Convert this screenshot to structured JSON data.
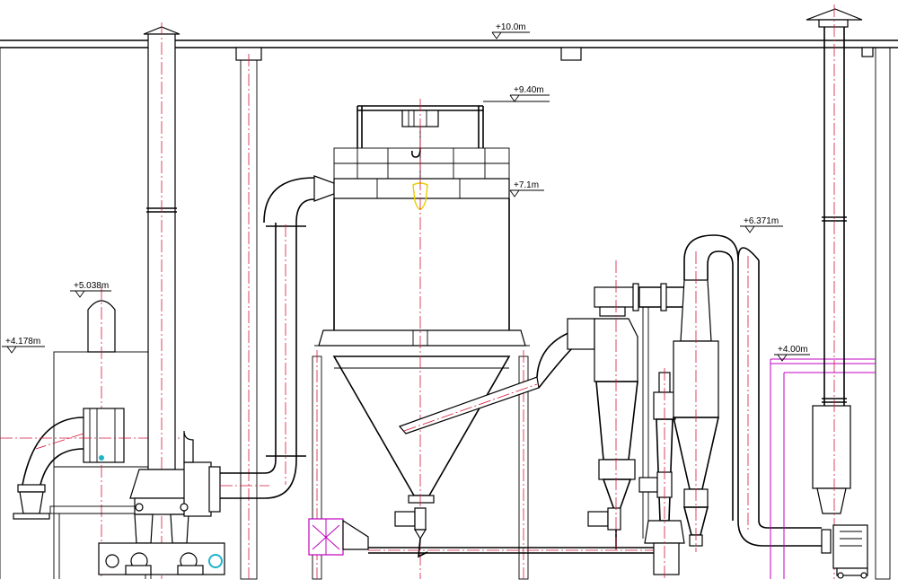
{
  "levels": [
    {
      "id": "lvl-roof",
      "label": "+10.0m"
    },
    {
      "id": "lvl-hoist",
      "label": "+9.40m"
    },
    {
      "id": "lvl-tower-top",
      "label": "+7.1m"
    },
    {
      "id": "lvl-cyclone-duct",
      "label": "+6.371m"
    },
    {
      "id": "lvl-heater-chimney",
      "label": "+5.038m"
    },
    {
      "id": "lvl-heater",
      "label": "+4.178m"
    },
    {
      "id": "lvl-platform",
      "label": "+4.00m"
    }
  ],
  "colors": {
    "outline": "#000000",
    "centerline": "#d4183b",
    "magenta": "#c000c0",
    "yellow": "#e8d000",
    "cyan": "#1fb3c8"
  }
}
